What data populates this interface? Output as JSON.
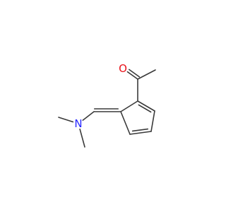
{
  "molecule": {
    "atoms": [
      {
        "id": "O1",
        "element": "O",
        "label": "O",
        "color": "#e8131b"
      },
      {
        "id": "C2",
        "element": "C",
        "label": ""
      },
      {
        "id": "CH3",
        "element": "C",
        "label": ""
      },
      {
        "id": "C1",
        "element": "C",
        "label": ""
      },
      {
        "id": "C5",
        "element": "C",
        "label": ""
      },
      {
        "id": "C4",
        "element": "C",
        "label": ""
      },
      {
        "id": "C3",
        "element": "C",
        "label": ""
      },
      {
        "id": "C6",
        "element": "C",
        "label": ""
      },
      {
        "id": "C7",
        "element": "C",
        "label": ""
      },
      {
        "id": "N1",
        "element": "N",
        "label": "N",
        "color": "#2626ff"
      },
      {
        "id": "NMe1",
        "element": "C",
        "label": ""
      },
      {
        "id": "NMe2",
        "element": "C",
        "label": ""
      }
    ],
    "bonds": [
      {
        "from": "C2",
        "to": "O1",
        "order": 2
      },
      {
        "from": "C2",
        "to": "CH3",
        "order": 1
      },
      {
        "from": "C2",
        "to": "C1",
        "order": 1
      },
      {
        "from": "C1",
        "to": "C5",
        "order": 2
      },
      {
        "from": "C5",
        "to": "C4",
        "order": 1
      },
      {
        "from": "C4",
        "to": "C3",
        "order": 2
      },
      {
        "from": "C3",
        "to": "C6",
        "order": 1
      },
      {
        "from": "C6",
        "to": "C1",
        "order": 1
      },
      {
        "from": "C6",
        "to": "C7",
        "order": 2
      },
      {
        "from": "C7",
        "to": "N1",
        "order": 1
      },
      {
        "from": "N1",
        "to": "NMe1",
        "order": 1
      },
      {
        "from": "N1",
        "to": "NMe2",
        "order": 1
      }
    ]
  }
}
